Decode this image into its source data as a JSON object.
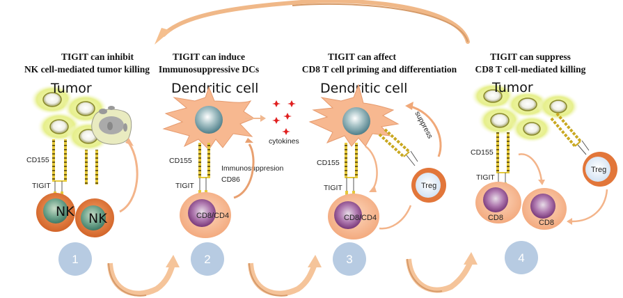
{
  "panels": [
    {
      "number": "1",
      "title_line1": "TIGIT can inhibit",
      "title_line2": "NK cell-mediated tumor killing",
      "heading": "Tumor",
      "labels": {
        "ligand": "CD155",
        "receptor": "TIGIT"
      },
      "cells": [
        "NK",
        "NK"
      ]
    },
    {
      "number": "2",
      "title_line1": "TIGIT can induce",
      "title_line2": "Immunosuppressive DCs",
      "heading": "Dendritic cell",
      "labels": {
        "ligand": "CD155",
        "receptor": "TIGIT",
        "effect_line1": "Immunosuppresion",
        "effect_line2": "CD86",
        "cytokines": "cytokines"
      },
      "cells": [
        "CD8/CD4"
      ]
    },
    {
      "number": "3",
      "title_line1": "TIGIT can affect",
      "title_line2": "CD8 T cell priming and differentiation",
      "heading": "Dendritic cell",
      "labels": {
        "ligand": "CD155",
        "receptor": "TIGIT",
        "effect": "suppress"
      },
      "cells": [
        "CD8/CD4",
        "Treg"
      ]
    },
    {
      "number": "4",
      "title_line1": "TIGIT can suppress",
      "title_line2": "CD8 T cell-mediated killing",
      "heading": "Tumor",
      "labels": {
        "ligand": "CD155",
        "receptor": "TIGIT"
      },
      "cells": [
        "CD8",
        "CD8",
        "Treg"
      ]
    }
  ],
  "colors": {
    "arrow": "#f5c49a",
    "arrow_dark": "#d9a070",
    "step_circle": "#b7cbe2",
    "tumor_glow": "#e8f09a",
    "tumor_nucleus_ring": "#8a8a2a",
    "dc_body": "#f7b48e",
    "dc_nucleus": "#5e8e98",
    "tcell_body": "#f9bf98",
    "tcell_nucleus": "#8a3f86",
    "nk_body": "#e0742e",
    "nk_nucleus": "#5d9a80",
    "treg_body": "#e2763a",
    "treg_nucleus": "#dbe8f5",
    "receptor": "#c9a820",
    "cytokine": "#e02020"
  }
}
